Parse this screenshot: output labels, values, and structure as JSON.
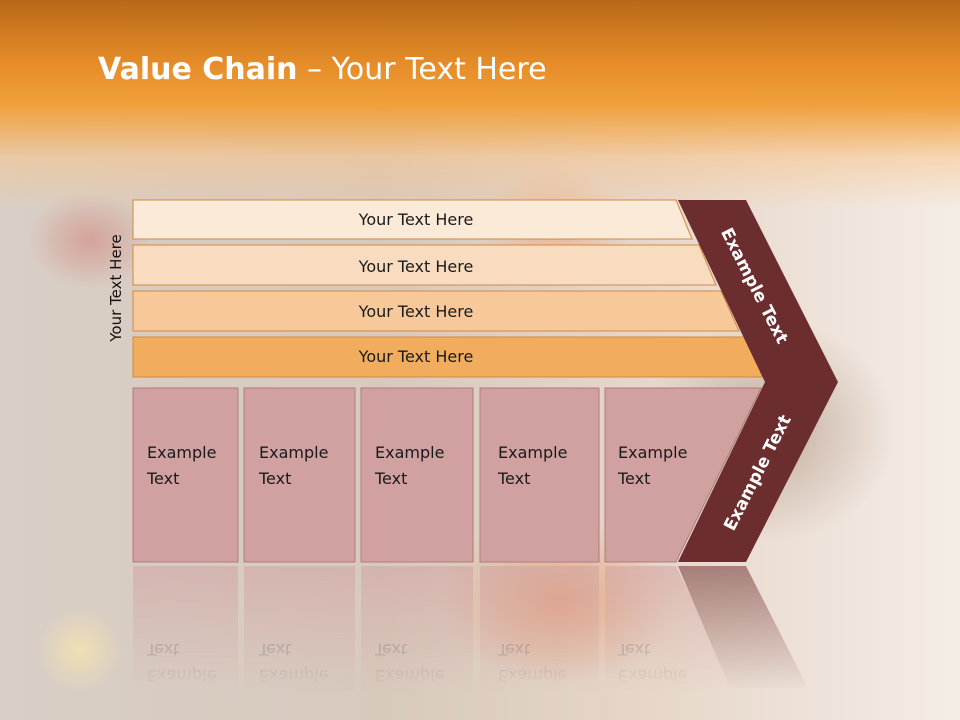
{
  "slide": {
    "title_bold": "Value Chain",
    "title_rest": " – Your Text Here",
    "side_label": "Your Text Here"
  },
  "support_bars": [
    {
      "label": "Your Text Here",
      "color": "#fcead8"
    },
    {
      "label": "Your Text Here",
      "color": "#f9dcbf"
    },
    {
      "label": "Your Text Here",
      "color": "#f7c99a"
    },
    {
      "label": "Your Text Here",
      "color": "#f2ac5e"
    }
  ],
  "primary_activities": [
    {
      "line1": "Example",
      "line2": "Text"
    },
    {
      "line1": "Example",
      "line2": "Text"
    },
    {
      "line1": "Example",
      "line2": "Text"
    },
    {
      "line1": "Example",
      "line2": "Text"
    },
    {
      "line1": "Example",
      "line2": "Text"
    }
  ],
  "margin_chevron": {
    "upper_label": "Example Text",
    "lower_label": "Example Text"
  },
  "colors": {
    "primary_box": "#d1a0a0",
    "primary_box_border": "#b07c7c",
    "chevron": "#6b2d2d",
    "bar_border": "#d08a40",
    "header_orange": "#e58c28"
  }
}
